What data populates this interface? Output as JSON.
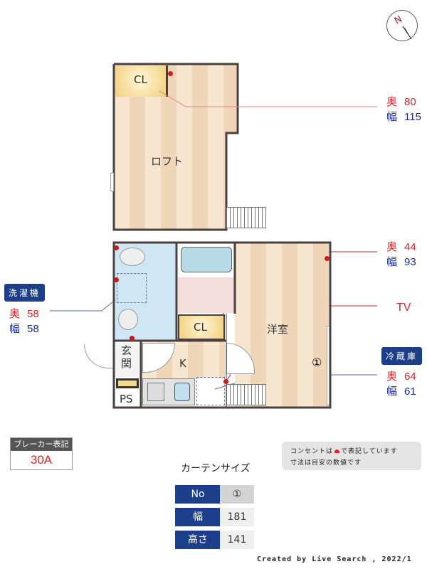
{
  "compass": {
    "label": "N"
  },
  "loft": {
    "room_label": "ロフト",
    "closet_label": "CL"
  },
  "floor": {
    "western_room_label": "洋室",
    "closet_label": "CL",
    "kitchen_label": "K",
    "entrance_label": "玄関",
    "ps_label": "PS",
    "window_no": "①"
  },
  "callouts": {
    "loft_closet": {
      "depth_key": "奥",
      "depth": "80",
      "width_key": "幅",
      "width": "115"
    },
    "room_closet": {
      "depth_key": "奥",
      "depth": "44",
      "width_key": "幅",
      "width": "93"
    },
    "tv": {
      "label": "TV"
    },
    "fridge": {
      "title": "冷蔵庫",
      "depth_key": "奥",
      "depth": "64",
      "width_key": "幅",
      "width": "61"
    },
    "washer": {
      "title": "洗濯機",
      "depth_key": "奥",
      "depth": "58",
      "width_key": "幅",
      "width": "58"
    }
  },
  "breaker": {
    "title": "ブレーカー表記",
    "value": "30A"
  },
  "notes": {
    "line1_pre": "コンセントは",
    "line1_post": "で表記しています",
    "line2": "寸法は目安の数値です"
  },
  "curtain": {
    "title": "カーテンサイズ",
    "rows": [
      {
        "key": "No",
        "value": "①"
      },
      {
        "key": "幅",
        "value": "181"
      },
      {
        "key": "高さ",
        "value": "141"
      }
    ]
  },
  "credit": "Created by Live Search , 2022/1",
  "colors": {
    "accent_red": "#d0272b",
    "accent_blue": "#1b2c8f",
    "tag_bg": "#1d3f8a"
  }
}
